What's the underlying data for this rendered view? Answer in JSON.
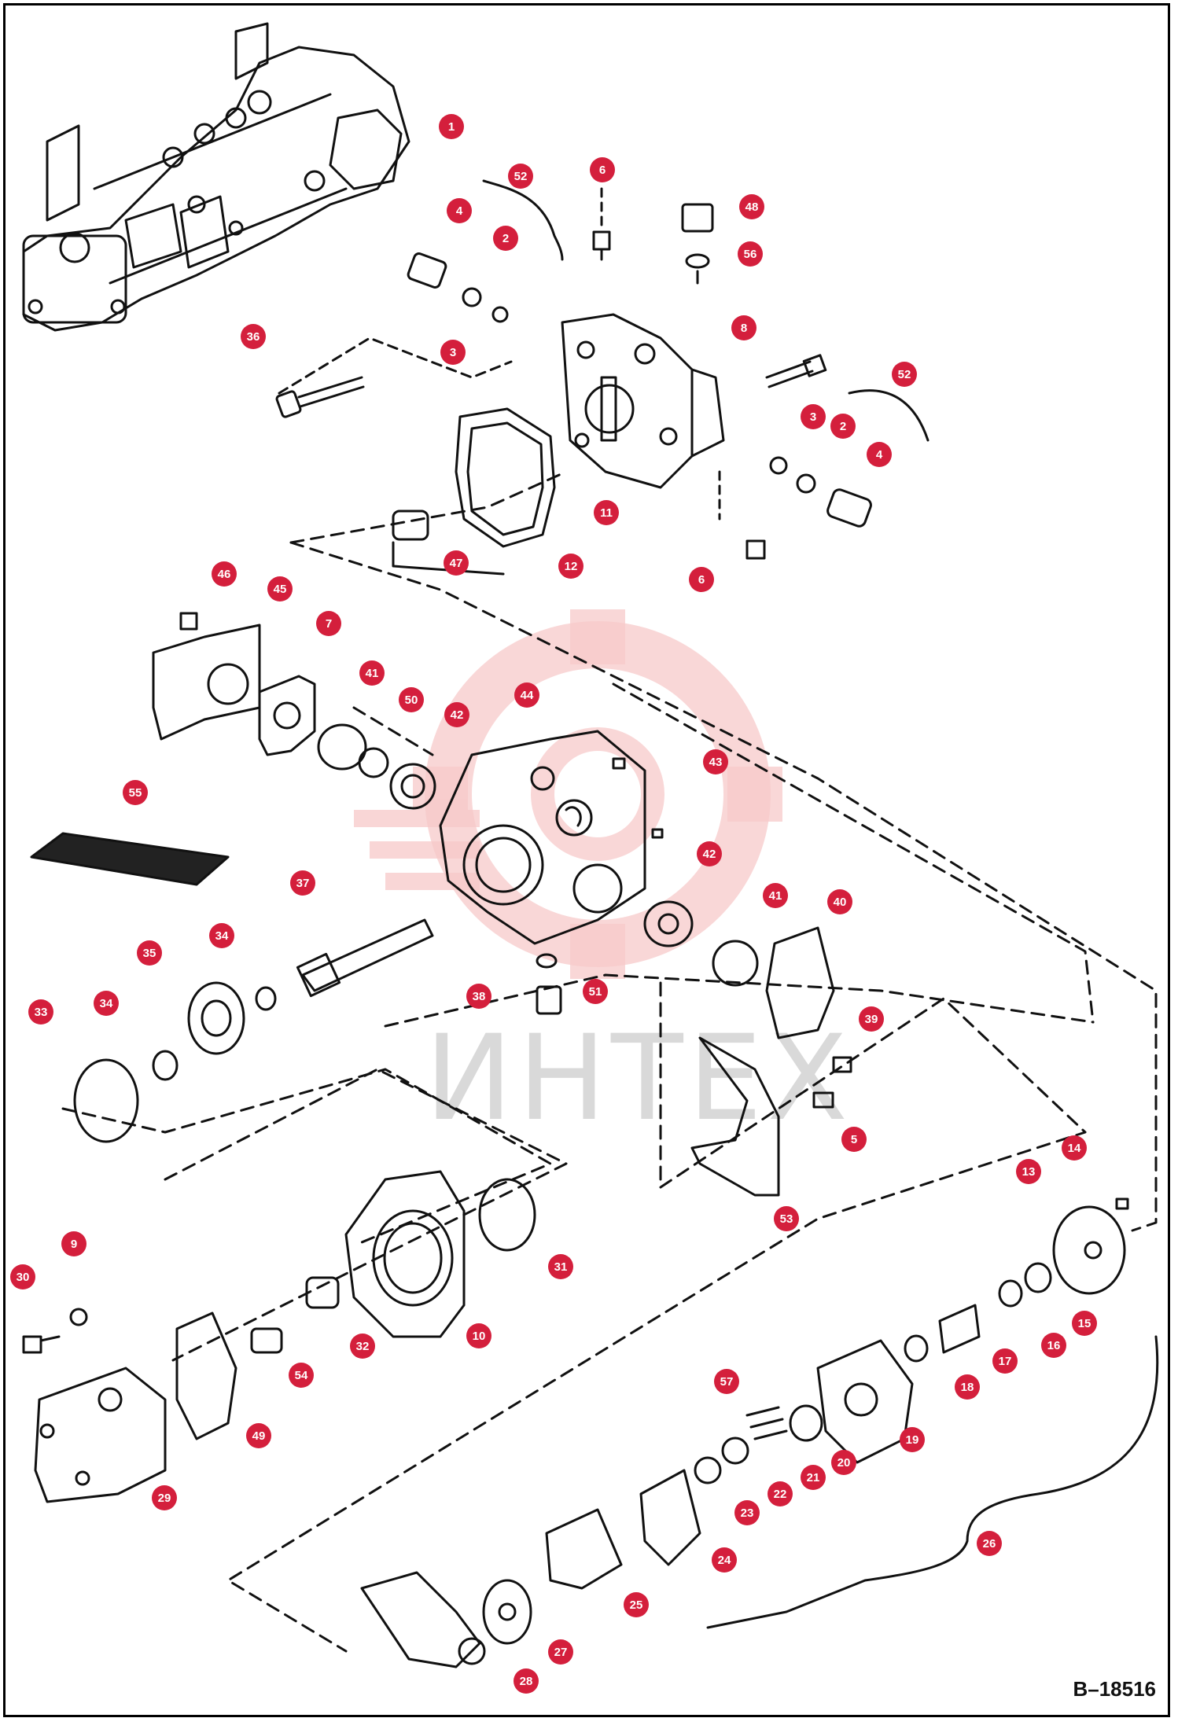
{
  "figure_ref": "B–18516",
  "watermark_text": "ИНТЕХ",
  "accent_color": "#d41f3c",
  "callouts": [
    {
      "id": "c1",
      "label": "1"
    },
    {
      "id": "c2",
      "label": "52"
    },
    {
      "id": "c3",
      "label": "6"
    },
    {
      "id": "c4",
      "label": "48"
    },
    {
      "id": "c5",
      "label": "4"
    },
    {
      "id": "c6",
      "label": "2"
    },
    {
      "id": "c7",
      "label": "56"
    },
    {
      "id": "c8",
      "label": "36"
    },
    {
      "id": "c9",
      "label": "3"
    },
    {
      "id": "c10",
      "label": "8"
    },
    {
      "id": "c11",
      "label": "52"
    },
    {
      "id": "c12",
      "label": "3"
    },
    {
      "id": "c13",
      "label": "2"
    },
    {
      "id": "c14",
      "label": "4"
    },
    {
      "id": "c15",
      "label": "11"
    },
    {
      "id": "c16",
      "label": "47"
    },
    {
      "id": "c17",
      "label": "12"
    },
    {
      "id": "c18",
      "label": "6"
    },
    {
      "id": "c19",
      "label": "46"
    },
    {
      "id": "c20",
      "label": "45"
    },
    {
      "id": "c21",
      "label": "7"
    },
    {
      "id": "c22",
      "label": "41"
    },
    {
      "id": "c23",
      "label": "50"
    },
    {
      "id": "c24",
      "label": "42"
    },
    {
      "id": "c25",
      "label": "44"
    },
    {
      "id": "c26",
      "label": "43"
    },
    {
      "id": "c27",
      "label": "55"
    },
    {
      "id": "c28",
      "label": "37"
    },
    {
      "id": "c29",
      "label": "42"
    },
    {
      "id": "c30",
      "label": "41"
    },
    {
      "id": "c31",
      "label": "40"
    },
    {
      "id": "c32",
      "label": "35"
    },
    {
      "id": "c33",
      "label": "34"
    },
    {
      "id": "c34",
      "label": "33"
    },
    {
      "id": "c35",
      "label": "34"
    },
    {
      "id": "c36",
      "label": "38"
    },
    {
      "id": "c37",
      "label": "51"
    },
    {
      "id": "c38",
      "label": "39"
    },
    {
      "id": "c39",
      "label": "5"
    },
    {
      "id": "c40",
      "label": "53"
    },
    {
      "id": "c41",
      "label": "13"
    },
    {
      "id": "c42",
      "label": "14"
    },
    {
      "id": "c43",
      "label": "9"
    },
    {
      "id": "c44",
      "label": "30"
    },
    {
      "id": "c45",
      "label": "31"
    },
    {
      "id": "c46",
      "label": "10"
    },
    {
      "id": "c47",
      "label": "32"
    },
    {
      "id": "c48",
      "label": "54"
    },
    {
      "id": "c49",
      "label": "49"
    },
    {
      "id": "c50",
      "label": "15"
    },
    {
      "id": "c51",
      "label": "16"
    },
    {
      "id": "c52",
      "label": "17"
    },
    {
      "id": "c53",
      "label": "18"
    },
    {
      "id": "c54",
      "label": "19"
    },
    {
      "id": "c55",
      "label": "20"
    },
    {
      "id": "c56",
      "label": "21"
    },
    {
      "id": "c57",
      "label": "22"
    },
    {
      "id": "c58",
      "label": "23"
    },
    {
      "id": "c59",
      "label": "57"
    },
    {
      "id": "c60",
      "label": "24"
    },
    {
      "id": "c61",
      "label": "25"
    },
    {
      "id": "c62",
      "label": "26"
    },
    {
      "id": "c63",
      "label": "27"
    },
    {
      "id": "c64",
      "label": "28"
    },
    {
      "id": "c65",
      "label": "29"
    }
  ]
}
